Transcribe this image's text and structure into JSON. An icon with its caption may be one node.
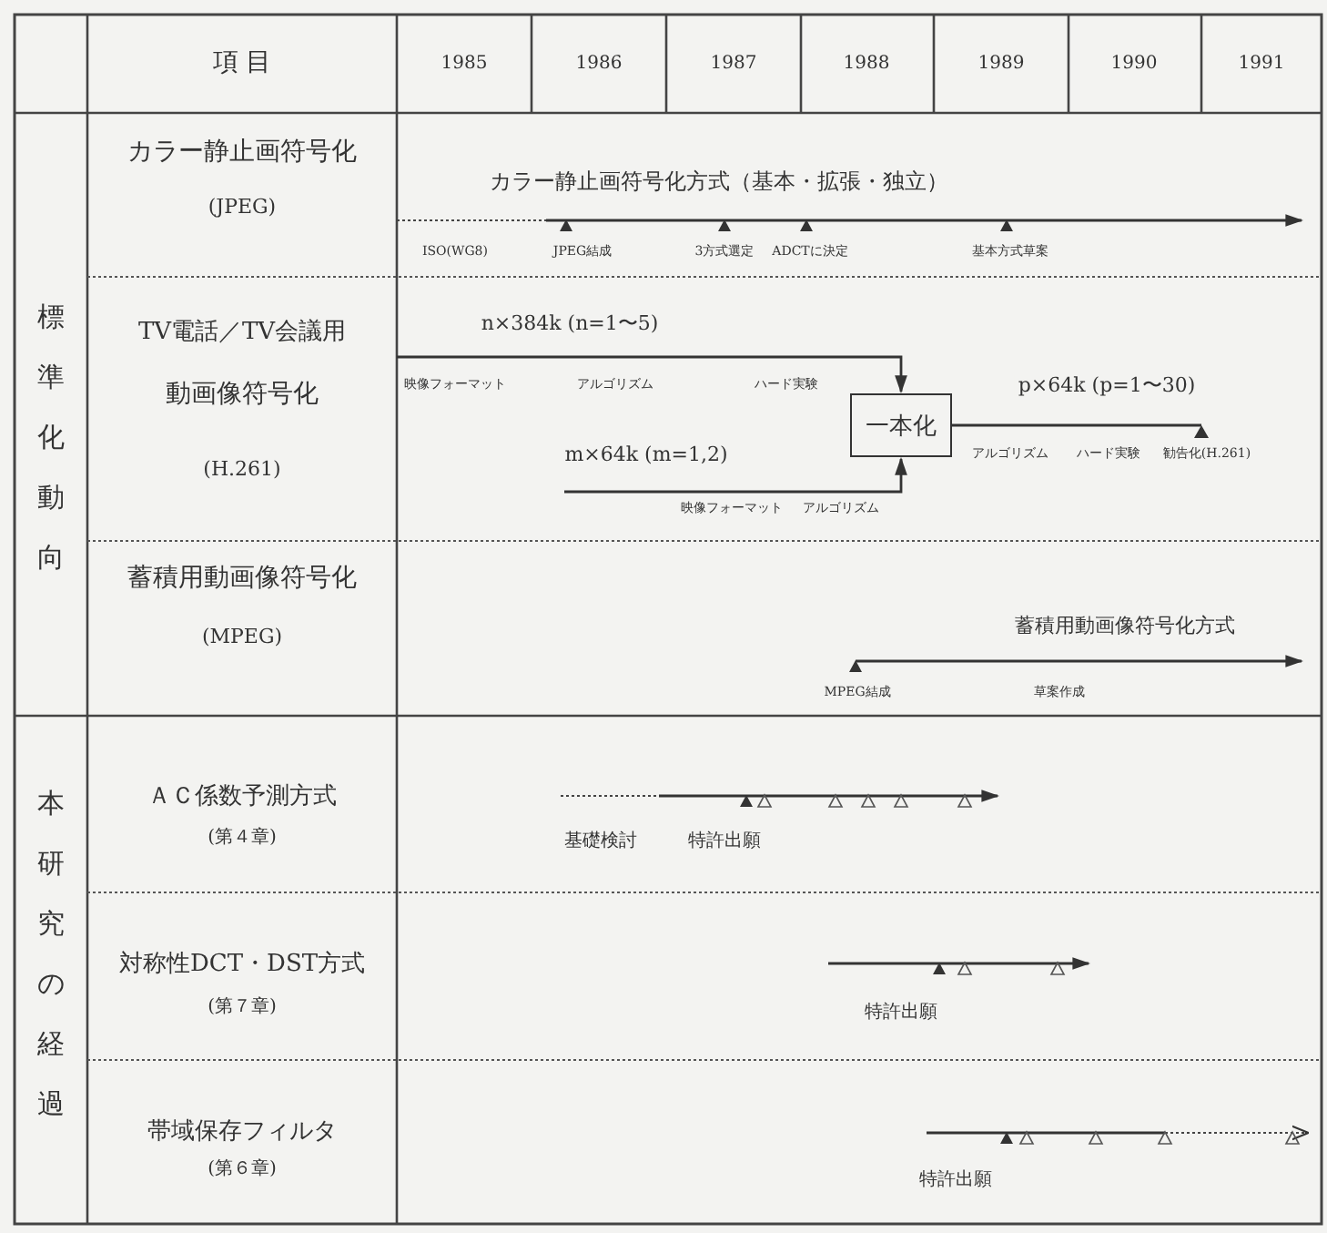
{
  "diagram": {
    "nodes": [
      {
        "text": [
          "一本化"
        ]
      },
      {
        "text": [
          "勧告化(H.261)"
        ]
      }
    ],
    "edges": [
      {
        "from": null,
        "to": 0,
        "arrow": "to",
        "label": "n×384k (n=1〜5)"
      },
      {
        "from": null,
        "to": 0,
        "arrow": "to",
        "label": "m×64k (m=1,2)"
      },
      {
        "from": 0,
        "to": 1,
        "arrow": "other",
        "label": "p×64k (p=1〜30)"
      }
    ],
    "labels": [
      "項 目",
      "1985",
      "1986",
      "1987",
      "1988",
      "1989",
      "1990",
      "1991",
      "標準化動向",
      "カラー静止画符号化",
      "(JPEG)",
      "カラー静止画符号化方式（基本・拡張・独立）",
      "ISO(WG8)",
      "JPEG結成",
      "3方式選定",
      "ADCTに決定",
      "基本方式草案",
      "TV電話／TV会議用",
      "動画像符号化",
      "(H.261)",
      "映像フォーマット",
      "アルゴリズム",
      "ハード実験",
      "映像フォーマット",
      "アルゴリズム",
      "アルゴリズム",
      "ハード実験",
      "蓄積用動画像符号化",
      "(MPEG)",
      "蓄積用動画像符号化方式",
      "MPEG結成",
      "草案作成",
      "本研究の経過",
      "ＡＣ係数予測方式",
      "(第４章)",
      "基礎検討",
      "特許出願",
      "対称性DCT・DST方式",
      "(第７章)",
      "特許出願",
      "帯域保存フィルタ",
      "(第６章)",
      "特許出願"
    ]
  }
}
